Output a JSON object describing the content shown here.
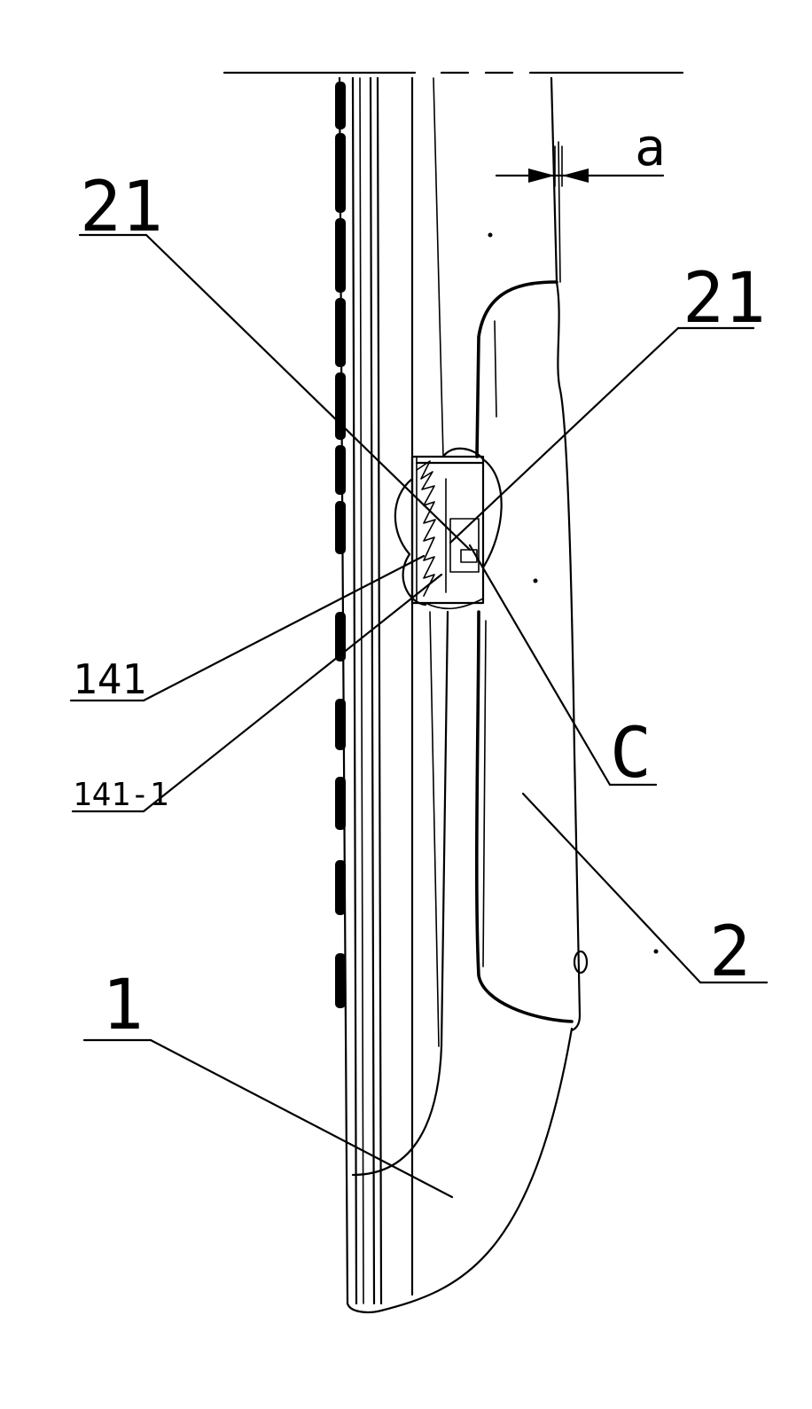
{
  "labels": {
    "ref_21_left": "21",
    "ref_21_right": "21",
    "ref_a": "a",
    "ref_141": "141",
    "ref_141_1": "141-1",
    "ref_C": "C",
    "ref_2": "2",
    "ref_1": "1"
  }
}
